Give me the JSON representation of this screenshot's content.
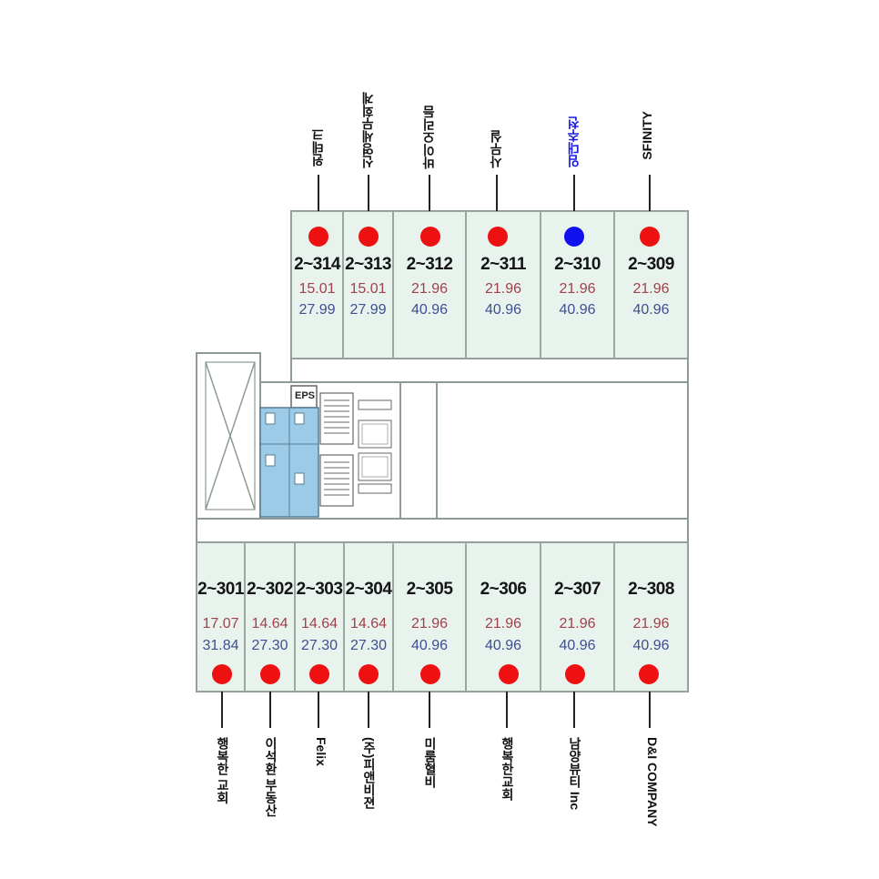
{
  "eps_label": "EPS",
  "top_units": [
    {
      "unit": "2~314",
      "area_exclusive": "15.01",
      "area_contract": "27.99",
      "tenant": "윈테크",
      "status": "occupied"
    },
    {
      "unit": "2~313",
      "area_exclusive": "15.01",
      "area_contract": "27.99",
      "tenant": "신영세무회계",
      "status": "occupied"
    },
    {
      "unit": "2~312",
      "area_exclusive": "21.96",
      "area_contract": "40.96",
      "tenant": "바이오리듬",
      "status": "occupied"
    },
    {
      "unit": "2~311",
      "area_exclusive": "21.96",
      "area_contract": "40.96",
      "tenant": "사무실",
      "status": "occupied"
    },
    {
      "unit": "2~310",
      "area_exclusive": "21.96",
      "area_contract": "40.96",
      "tenant": "임대추천",
      "status": "vacant"
    },
    {
      "unit": "2~309",
      "area_exclusive": "21.96",
      "area_contract": "40.96",
      "tenant": "SFINITY",
      "status": "occupied"
    }
  ],
  "bottom_units": [
    {
      "unit": "2~301",
      "area_exclusive": "17.07",
      "area_contract": "31.84",
      "tenant": "행복한 교회",
      "status": "occupied"
    },
    {
      "unit": "2~302",
      "area_exclusive": "14.64",
      "area_contract": "27.30",
      "tenant": "이석환 부동산",
      "status": "occupied"
    },
    {
      "unit": "2~303",
      "area_exclusive": "14.64",
      "area_contract": "27.30",
      "tenant": "Felix",
      "status": "occupied"
    },
    {
      "unit": "2~304",
      "area_exclusive": "14.64",
      "area_contract": "27.30",
      "tenant": "(주)피앤비젼",
      "status": "occupied"
    },
    {
      "unit": "2~305",
      "area_exclusive": "21.96",
      "area_contract": "40.96",
      "tenant": "미룸혈비",
      "status": "occupied"
    },
    {
      "unit": "2~306",
      "area_exclusive": "21.96",
      "area_contract": "40.96",
      "tenant": "행복한교회",
      "status": "occupied"
    },
    {
      "unit": "2~307",
      "area_exclusive": "21.96",
      "area_contract": "40.96",
      "tenant": "남양뷰티 Inc",
      "status": "occupied"
    },
    {
      "unit": "2~308",
      "area_exclusive": "21.96",
      "area_contract": "40.96",
      "tenant": "D&I COMPANY",
      "status": "occupied"
    }
  ],
  "colors": {
    "occupied_marker": "#ee1111",
    "vacant_marker": "#1111ee",
    "unit_fill": "#e8f3ee",
    "exclusive_area_text": "#a0404a",
    "contract_area_text": "#3e4e92",
    "restroom_fill": "#9ccbe8"
  }
}
